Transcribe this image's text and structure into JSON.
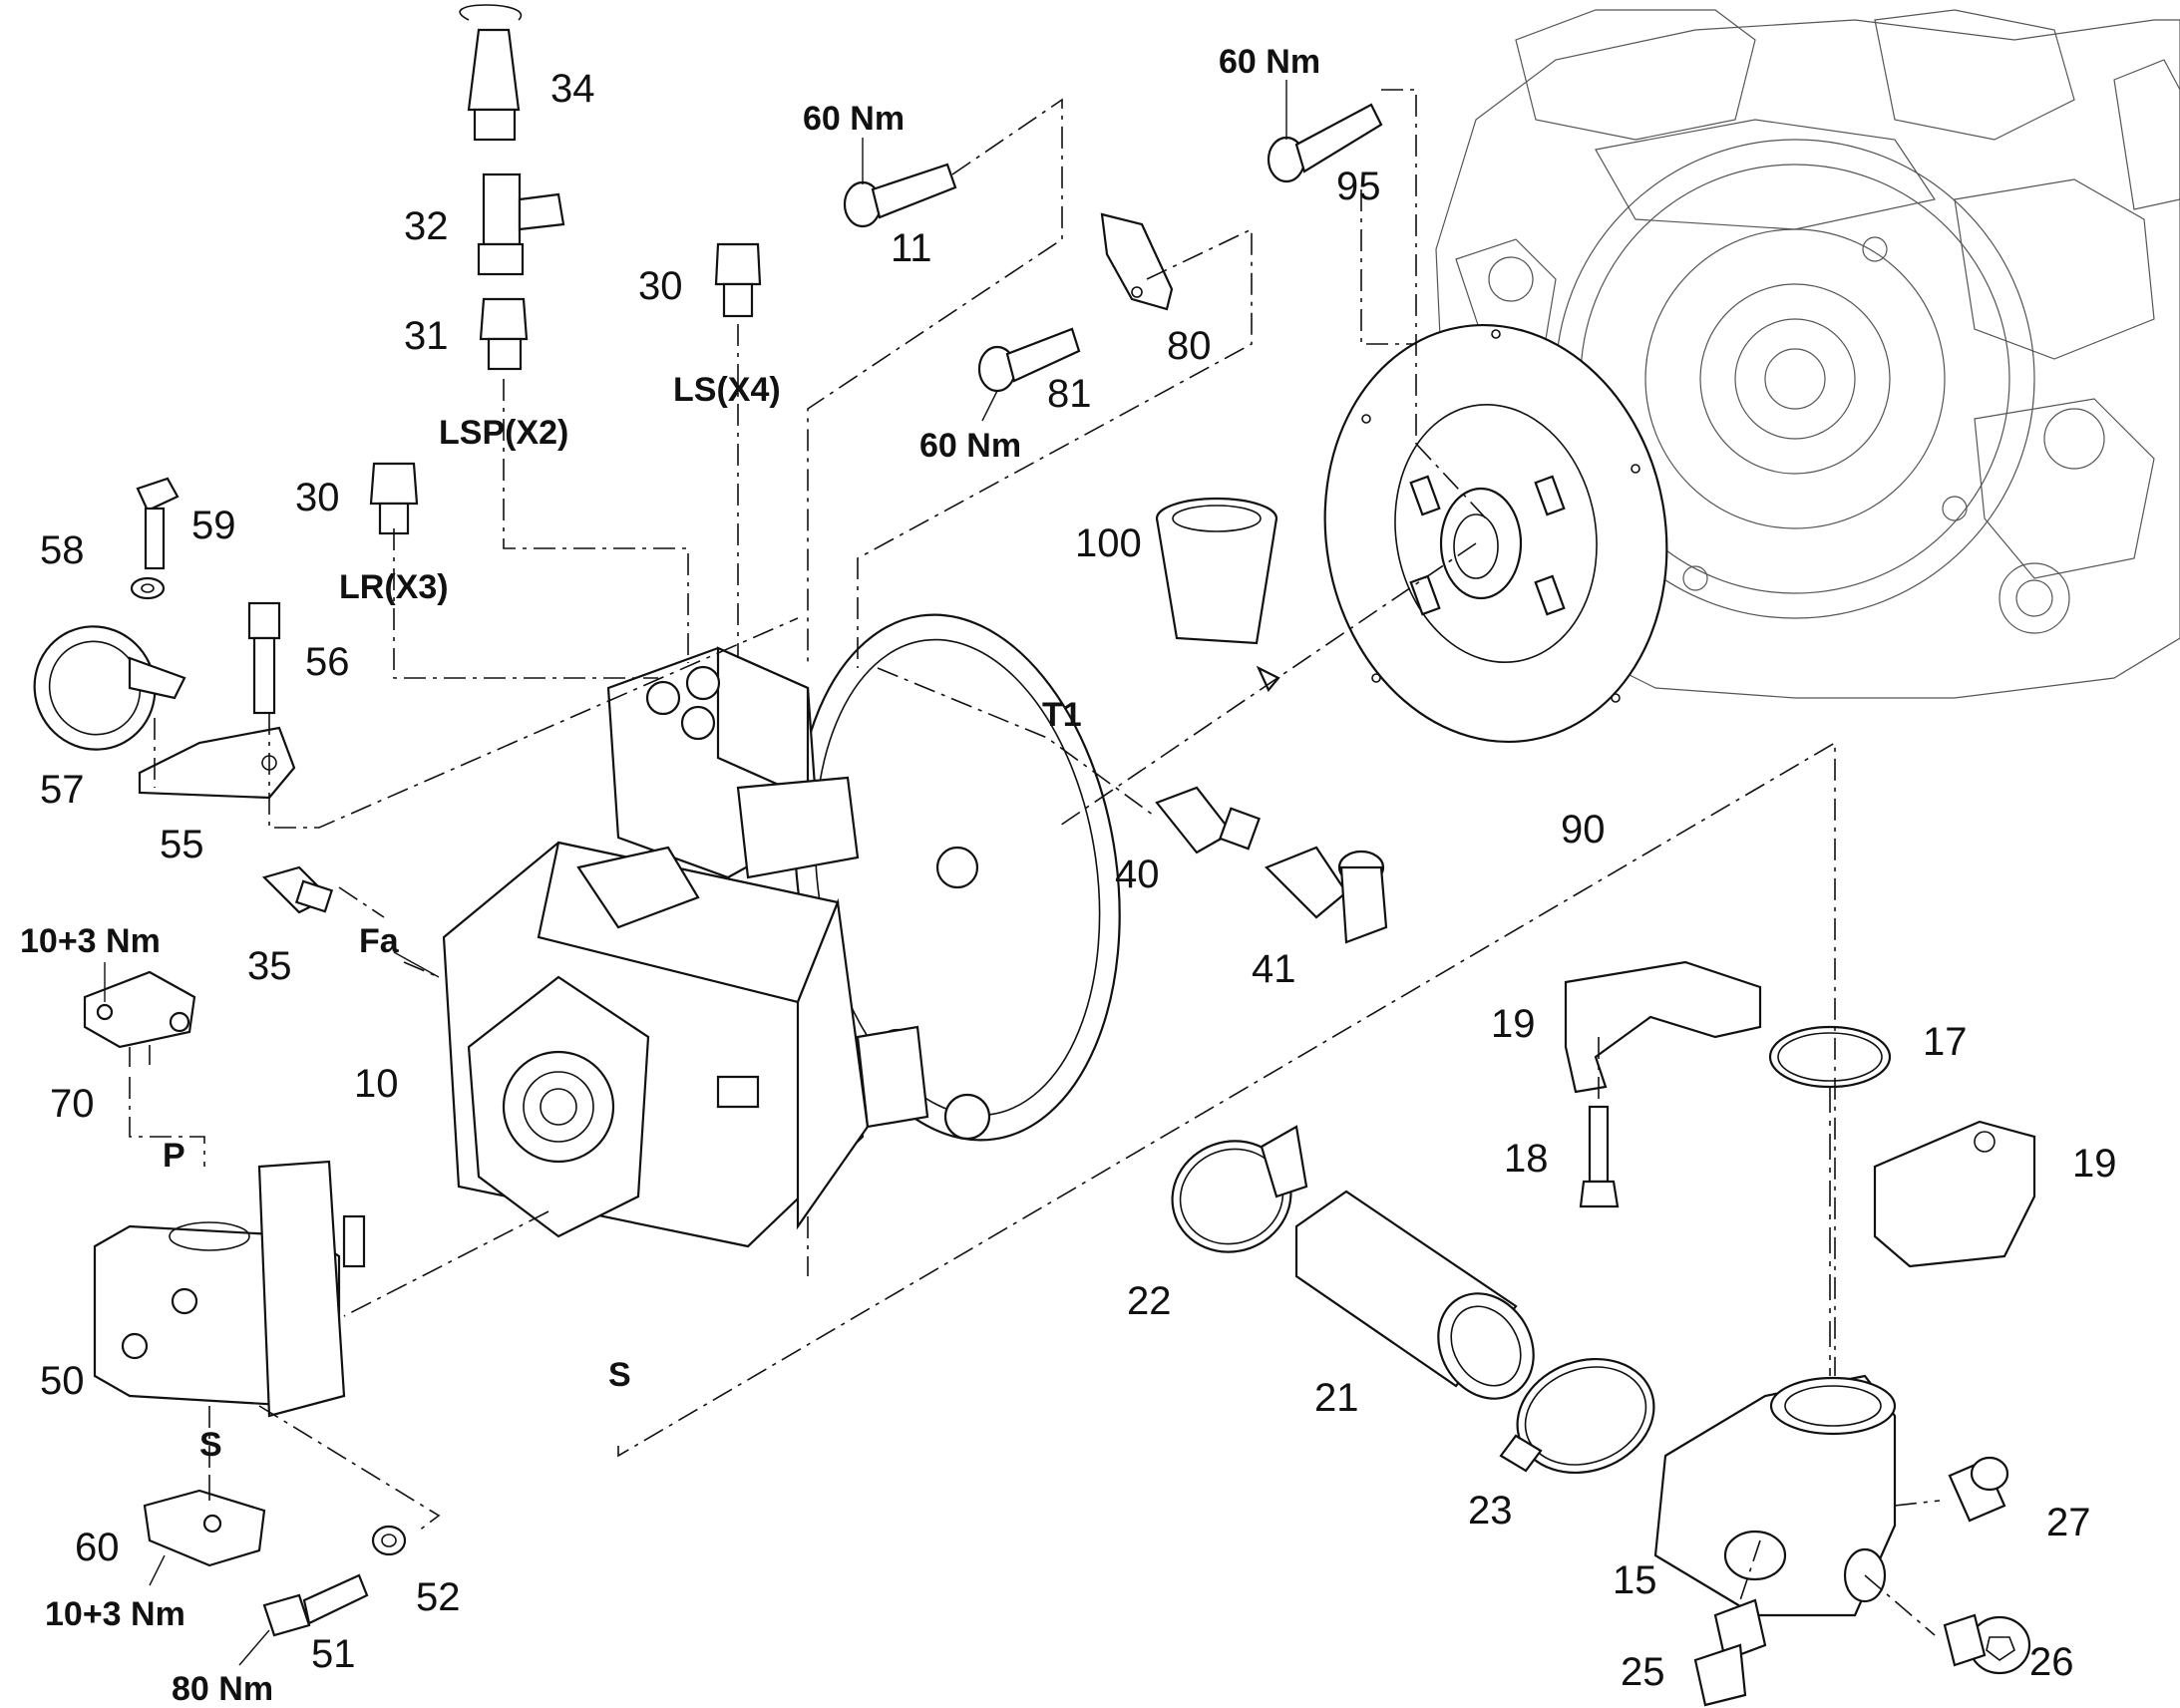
{
  "parts": [
    {
      "key": "p34",
      "text": "34"
    },
    {
      "key": "p32",
      "text": "32"
    },
    {
      "key": "p31",
      "text": "31"
    },
    {
      "key": "p30a",
      "text": "30"
    },
    {
      "key": "p30b",
      "text": "30"
    },
    {
      "key": "p11",
      "text": "11"
    },
    {
      "key": "p95",
      "text": "95"
    },
    {
      "key": "p80",
      "text": "80"
    },
    {
      "key": "p81",
      "text": "81"
    },
    {
      "key": "p59",
      "text": "59"
    },
    {
      "key": "p58",
      "text": "58"
    },
    {
      "key": "p56",
      "text": "56"
    },
    {
      "key": "p57",
      "text": "57"
    },
    {
      "key": "p55",
      "text": "55"
    },
    {
      "key": "p100",
      "text": "100"
    },
    {
      "key": "p90",
      "text": "90"
    },
    {
      "key": "p40",
      "text": "40"
    },
    {
      "key": "p41",
      "text": "41"
    },
    {
      "key": "p35",
      "text": "35"
    },
    {
      "key": "p10",
      "text": "10"
    },
    {
      "key": "p70",
      "text": "70"
    },
    {
      "key": "p50",
      "text": "50"
    },
    {
      "key": "p60",
      "text": "60"
    },
    {
      "key": "p51",
      "text": "51"
    },
    {
      "key": "p52",
      "text": "52"
    },
    {
      "key": "p19a",
      "text": "19"
    },
    {
      "key": "p17",
      "text": "17"
    },
    {
      "key": "p18",
      "text": "18"
    },
    {
      "key": "p19b",
      "text": "19"
    },
    {
      "key": "p22",
      "text": "22"
    },
    {
      "key": "p21",
      "text": "21"
    },
    {
      "key": "p23",
      "text": "23"
    },
    {
      "key": "p15",
      "text": "15"
    },
    {
      "key": "p27",
      "text": "27"
    },
    {
      "key": "p26",
      "text": "26"
    },
    {
      "key": "p25",
      "text": "25"
    }
  ],
  "torques": [
    {
      "key": "t_95",
      "text": "60 Nm"
    },
    {
      "key": "t_11",
      "text": "60 Nm"
    },
    {
      "key": "t_81",
      "text": "60 Nm"
    },
    {
      "key": "t_70",
      "text": "10+3 Nm"
    },
    {
      "key": "t_60",
      "text": "10+3 Nm"
    },
    {
      "key": "t_51",
      "text": "80 Nm"
    }
  ],
  "ports": [
    {
      "key": "lsp",
      "text": "LSP(X2)"
    },
    {
      "key": "ls",
      "text": "LS(X4)"
    },
    {
      "key": "lr",
      "text": "LR(X3)"
    },
    {
      "key": "t1",
      "text": "T1"
    },
    {
      "key": "fa",
      "text": "Fa"
    },
    {
      "key": "p",
      "text": "P"
    },
    {
      "key": "s_pump",
      "text": "S"
    },
    {
      "key": "s_main",
      "text": "S"
    }
  ]
}
